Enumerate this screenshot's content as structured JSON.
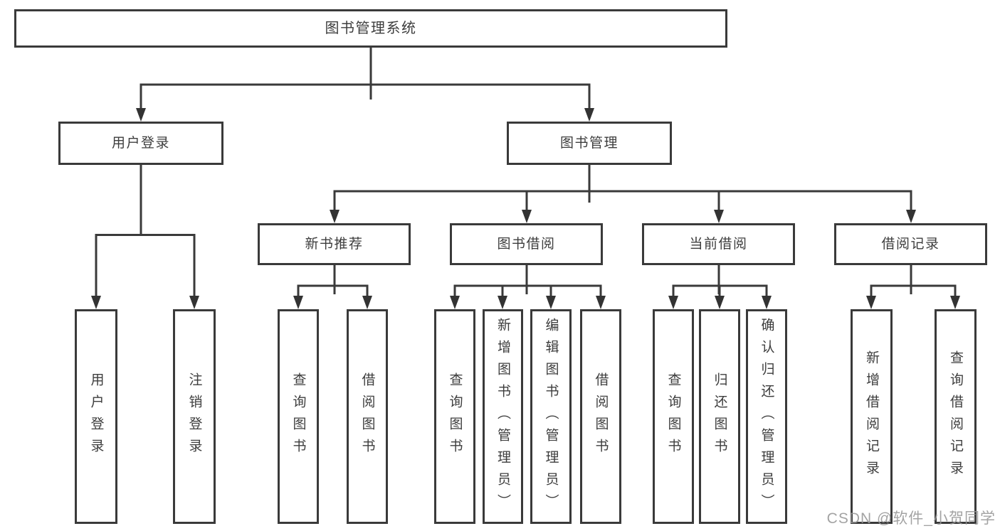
{
  "tree": {
    "root": {
      "label": "图书管理系统",
      "children": [
        {
          "label": "用户登录",
          "children": [
            {
              "label": "用户登录"
            },
            {
              "label": "注销登录"
            }
          ]
        },
        {
          "label": "图书管理",
          "children": [
            {
              "label": "新书推荐",
              "children": [
                {
                  "label": "查询图书"
                },
                {
                  "label": "借阅图书"
                }
              ]
            },
            {
              "label": "图书借阅",
              "children": [
                {
                  "label": "查询图书"
                },
                {
                  "label": "新增图书（管理员）"
                },
                {
                  "label": "编辑图书（管理员）"
                },
                {
                  "label": "借阅图书"
                }
              ]
            },
            {
              "label": "当前借阅",
              "children": [
                {
                  "label": "查询图书"
                },
                {
                  "label": "归还图书"
                },
                {
                  "label": "确认归还（管理员）"
                }
              ]
            },
            {
              "label": "借阅记录",
              "children": [
                {
                  "label": "新增借阅记录"
                },
                {
                  "label": "查询借阅记录"
                }
              ]
            }
          ]
        }
      ]
    }
  },
  "watermark": "CSDN @软件_小贺同学",
  "colors": {
    "line": "#3a3a3a",
    "box_border": "#3a3a3a",
    "box_fill": "#ffffff",
    "text": "#3d3d3d",
    "watermark": "#969696",
    "background": "#ffffff"
  }
}
